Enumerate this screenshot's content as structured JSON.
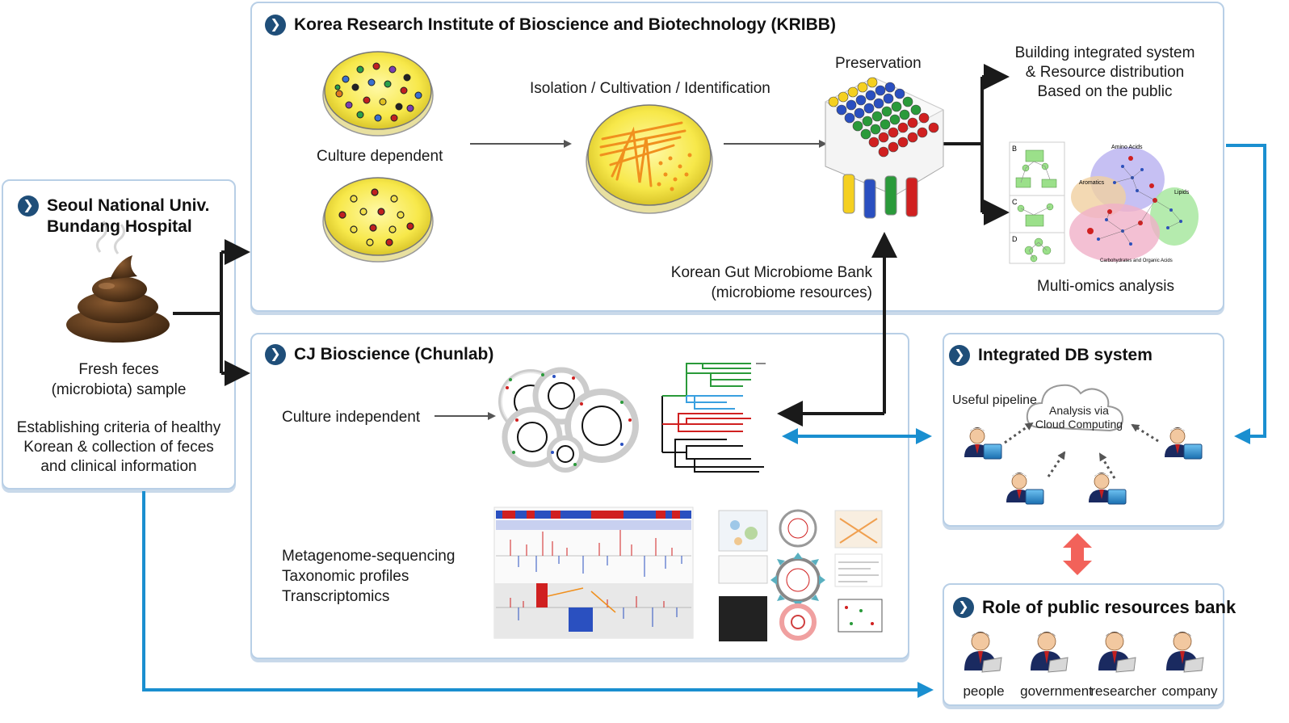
{
  "hospital": {
    "title_line1": "Seoul National Univ.",
    "title_line2": "Bundang Hospital",
    "sample_line1": "Fresh feces",
    "sample_line2": "(microbiota) sample",
    "criteria_line1": "Establishing criteria of healthy",
    "criteria_line2": "Korean & collection of feces",
    "criteria_line3": "and clinical information"
  },
  "kribb": {
    "title": "Korea Research Institute of Bioscience and Biotechnology (KRIBB)",
    "culture_dependent": "Culture dependent",
    "isolation": "Isolation / Cultivation / Identification",
    "preservation": "Preservation",
    "building_line1": "Building integrated system",
    "building_line2": "& Resource distribution",
    "building_line3": "Based on the public",
    "bank_line1": "Korean Gut Microbiome Bank",
    "bank_line2": "(microbiome resources)",
    "multiomics": "Multi-omics analysis",
    "network_labels": {
      "b": "B",
      "c": "C",
      "d": "D",
      "amino": "Amino Acids",
      "aromatics": "Aromatics",
      "lipids": "Lipids",
      "carbo": "Carbohydrates and Organic Acids"
    }
  },
  "cj": {
    "title": "CJ Bioscience (Chunlab)",
    "culture_independent": "Culture independent",
    "meta_line1": "Metagenome-sequencing",
    "meta_line2": "Taxonomic profiles",
    "meta_line3": "Transcriptomics"
  },
  "db": {
    "title": "Integrated DB system",
    "pipeline": "Useful pipeline",
    "cloud_line1": "Analysis via",
    "cloud_line2": "Cloud Computing"
  },
  "role": {
    "title": "Role of public resources bank",
    "people": [
      "people",
      "government",
      "researcher",
      "company"
    ]
  },
  "colors": {
    "box_border": "#b8cfe6",
    "chevron": "#1f4e79",
    "blue_arrow": "#1a8fd0",
    "red_arrow": "#f2625a",
    "dark_arrow": "#1a1a1a"
  }
}
